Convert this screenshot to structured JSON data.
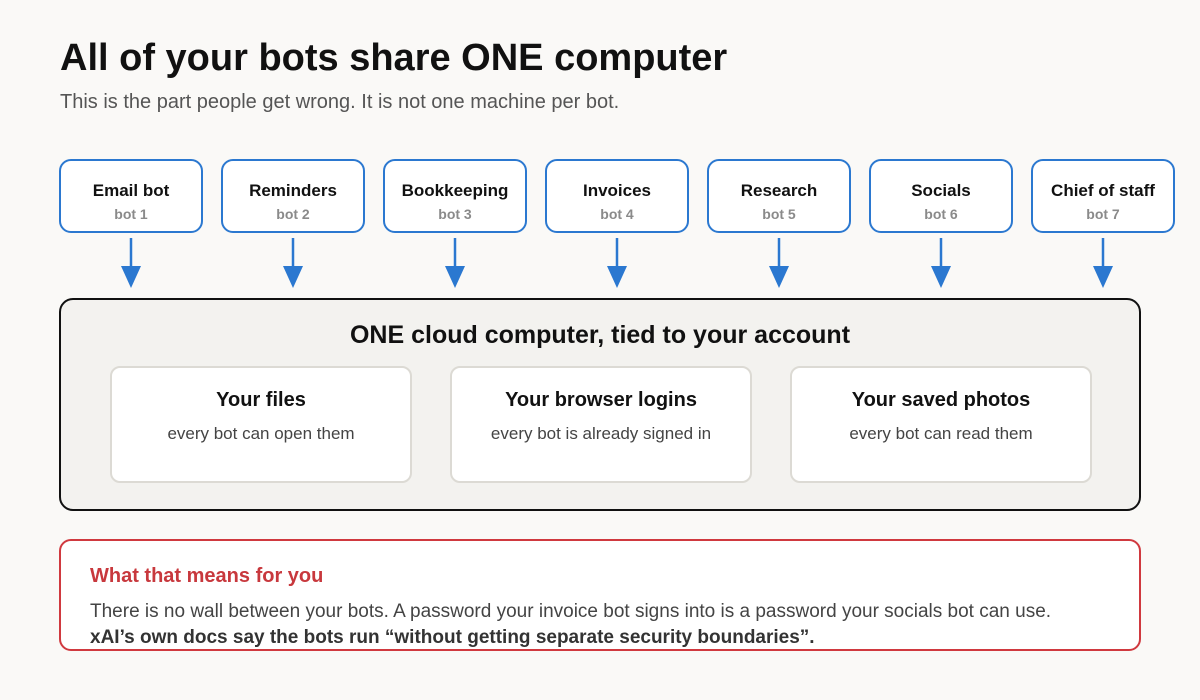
{
  "header": {
    "title": "All of your bots share ONE computer",
    "subtitle": "This is the part people get wrong. It is not one machine per bot."
  },
  "bots": [
    {
      "name": "Email bot",
      "label": "bot 1"
    },
    {
      "name": "Reminders",
      "label": "bot 2"
    },
    {
      "name": "Bookkeeping",
      "label": "bot 3"
    },
    {
      "name": "Invoices",
      "label": "bot 4"
    },
    {
      "name": "Research",
      "label": "bot 5"
    },
    {
      "name": "Socials",
      "label": "bot 6"
    },
    {
      "name": "Chief of staff",
      "label": "bot 7"
    }
  ],
  "computer": {
    "title": "ONE cloud computer, tied to your account",
    "cards": [
      {
        "title": "Your files",
        "description": "every bot can open them"
      },
      {
        "title": "Your browser logins",
        "description": "every bot is already signed in"
      },
      {
        "title": "Your saved photos",
        "description": "every bot can read them"
      }
    ]
  },
  "warning": {
    "title": "What that means for you",
    "body": "There is no wall between your bots. A password your invoice bot signs into is a password your socials bot can use.",
    "quote": "xAI’s own docs say the bots run “without getting separate security boundaries”."
  },
  "colors": {
    "bot_border": "#2b78d0",
    "arrow": "#2b78d0",
    "computer_border": "#111111",
    "computer_bg": "#f3f2ef",
    "warning_border": "#d0393f",
    "warning_title": "#c8383d",
    "page_bg": "#faf9f7"
  }
}
